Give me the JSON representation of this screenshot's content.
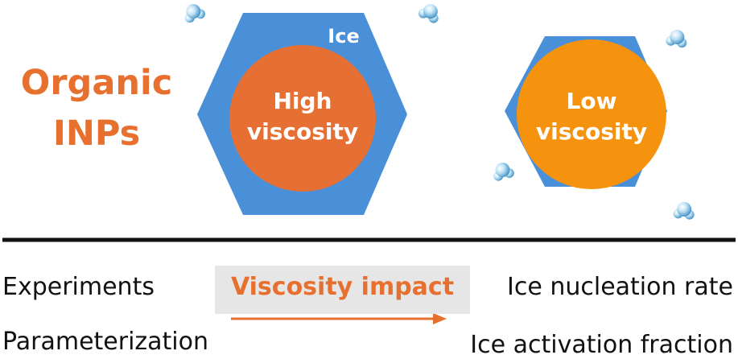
{
  "title": {
    "line1": "Organic",
    "line2": "INPs"
  },
  "left_particle": {
    "shell_label": "Ice",
    "core_line1": "High",
    "core_line2": "viscosity"
  },
  "right_particle": {
    "core_line1": "Low",
    "core_line2": "viscosity"
  },
  "bottom": {
    "left_items": [
      "Experiments",
      "Parameterization"
    ],
    "center_label": "Viscosity impact",
    "right_items": [
      "Ice nucleation rate",
      "Ice activation fraction"
    ]
  },
  "colors": {
    "accent_orange": "#e8702f",
    "ice_blue": "#4a90d9",
    "high_viscosity_core": "#e66f33",
    "low_viscosity_core": "#f5930f",
    "label_box": "#e6e6e6",
    "divider": "#111111"
  },
  "icons": [
    "water-molecule-icon"
  ]
}
